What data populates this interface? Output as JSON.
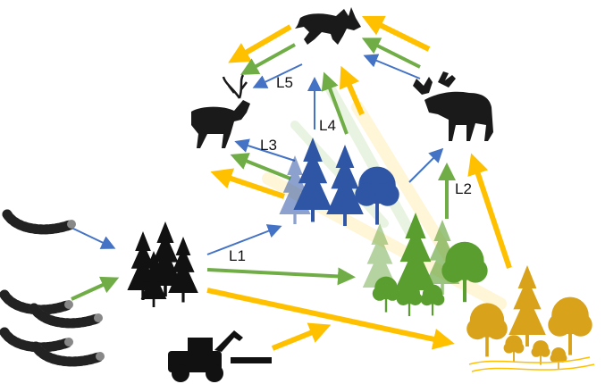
{
  "labels": {
    "l1": "L1",
    "l2": "L2",
    "l3": "L3",
    "l4": "L4",
    "l5": "L5"
  },
  "colors": {
    "blue": "#4472C4",
    "green": "#70AD47",
    "yellow": "#FFC000",
    "dark_forest": "#111111",
    "blue_forest": "#2F55A5",
    "green_forest": "#5A9E2F",
    "yellow_forest": "#D9A21B",
    "animal": "#1a1a1a"
  },
  "icons": {
    "larva": "caterpillar-icon",
    "wolf": "wolf-icon",
    "moose": "moose-icon",
    "reindeer": "reindeer-icon",
    "harvester": "forest-harvester-icon"
  }
}
